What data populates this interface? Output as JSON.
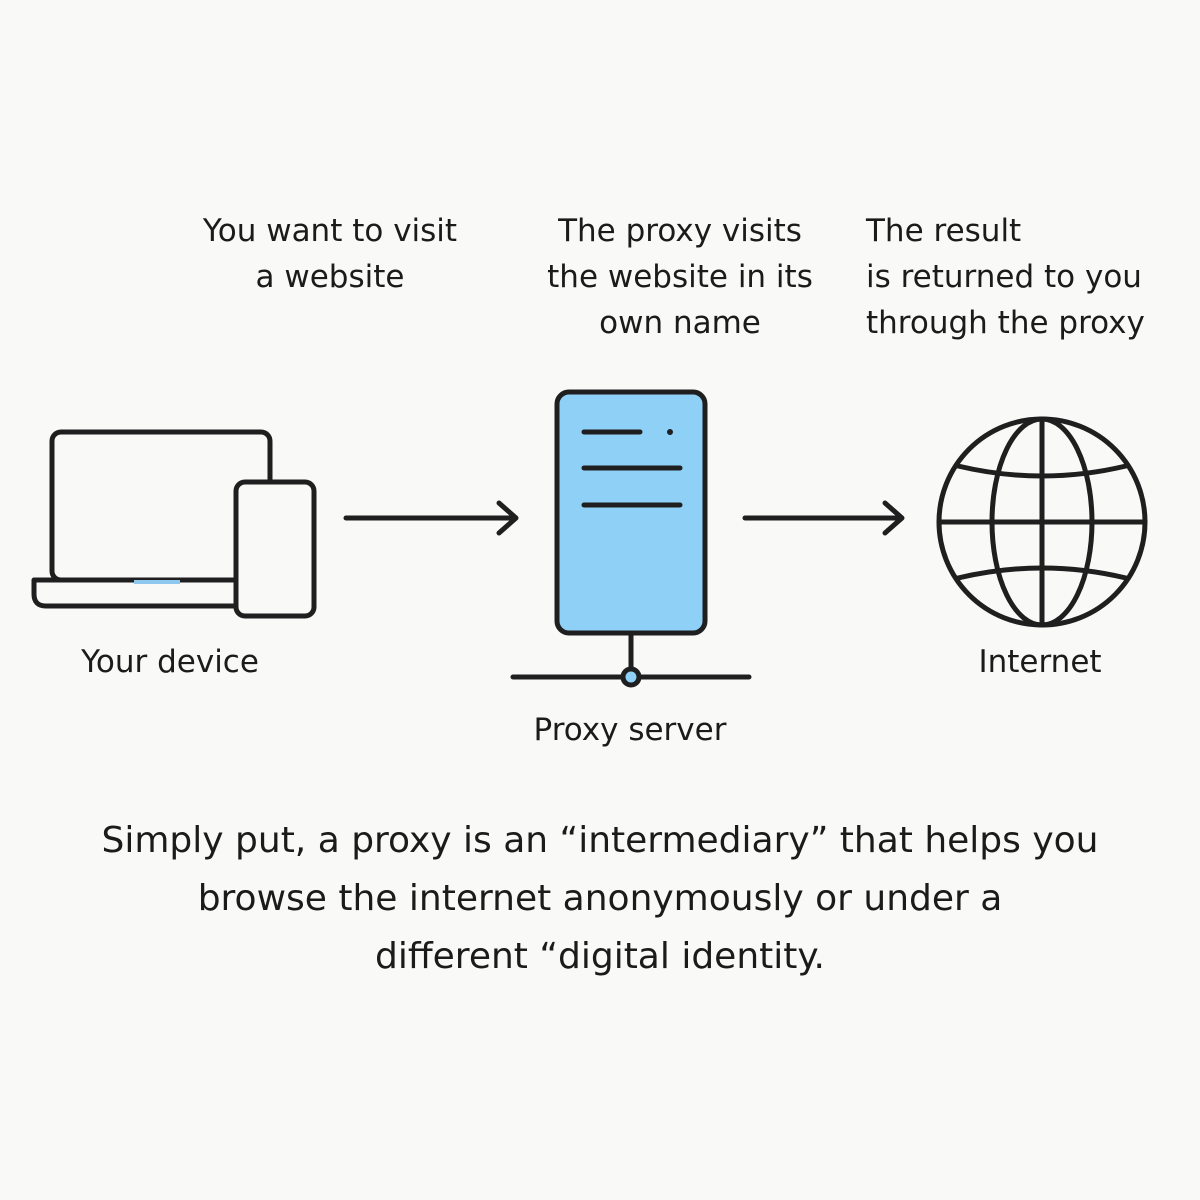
{
  "steps": [
    {
      "text": "You want to visit\na website"
    },
    {
      "text": "The proxy visits\nthe website in its\nown name"
    },
    {
      "text": "The result\nis returned to you\nthrough the proxy"
    }
  ],
  "nodes": {
    "device": {
      "label": "Your device",
      "icon": "laptop-and-phone-icon"
    },
    "proxy": {
      "label": "Proxy server",
      "icon": "server-icon"
    },
    "internet": {
      "label": "Internet",
      "icon": "globe-icon"
    }
  },
  "summary": {
    "line1": "Simply put, a proxy is an “intermediary” that helps you",
    "line2": "browse the internet anonymously or under a",
    "line3": "different “digital identity."
  },
  "colors": {
    "background": "#f9f9f8",
    "stroke": "#1f1f1f",
    "server_fill": "#8fd0f7",
    "trackpad_accent": "#8fc8ee"
  }
}
